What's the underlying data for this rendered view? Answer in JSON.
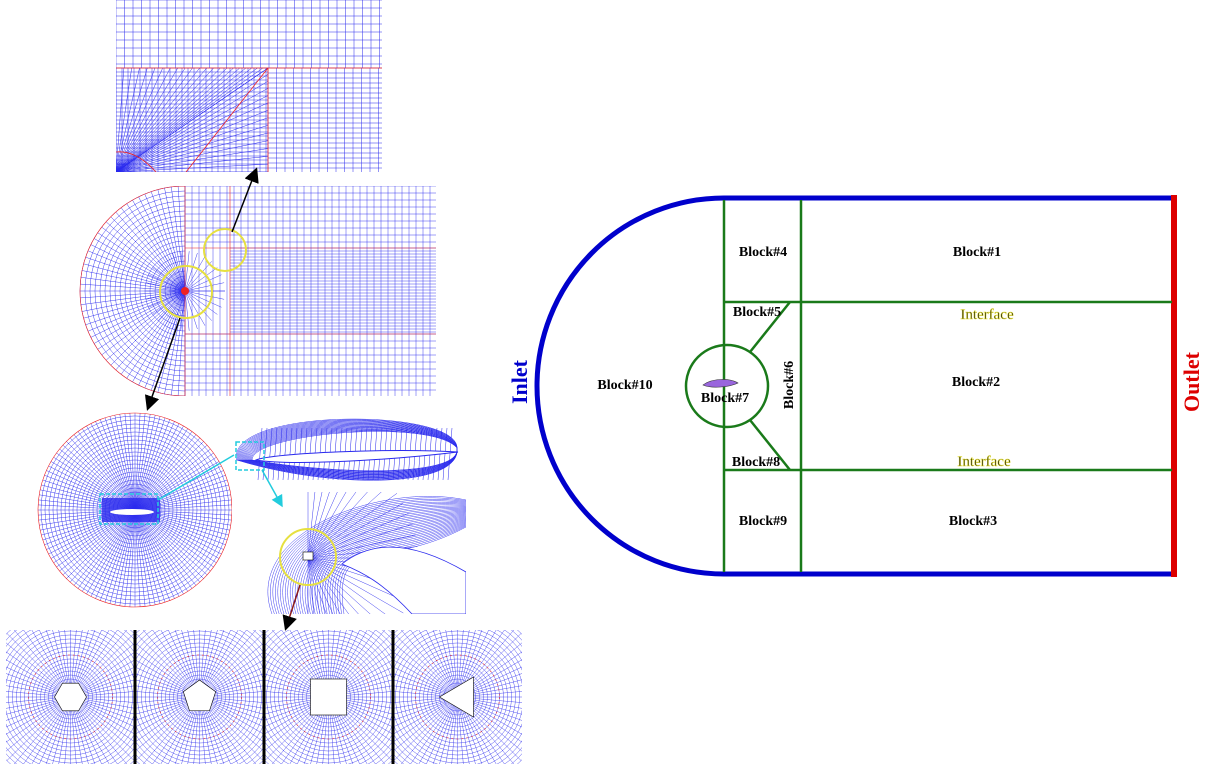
{
  "diagram": {
    "blocks": {
      "b1": "Block#1",
      "b2": "Block#2",
      "b3": "Block#3",
      "b4": "Block#4",
      "b5": "Block#5",
      "b6": "Block#6",
      "b7": "Block#7",
      "b8": "Block#8",
      "b9": "Block#9",
      "b10": "Block#10"
    },
    "interface_top": "Interface",
    "interface_bottom": "Interface",
    "inlet": "Inlet",
    "outlet": "Outlet"
  },
  "colors": {
    "inlet": "#0000cc",
    "outlet": "#dd0000",
    "block_lines": "#1a7a1a",
    "mesh": "#2a2aee",
    "mesh_guides": "#ee2222",
    "zoom_circle": "#e6e040",
    "zoom_box": "#22ccdd",
    "airfoil": "#9966dd"
  },
  "mesh_panels": {
    "detail_shapes": [
      "hexagon",
      "pentagon",
      "square",
      "triangle"
    ]
  }
}
